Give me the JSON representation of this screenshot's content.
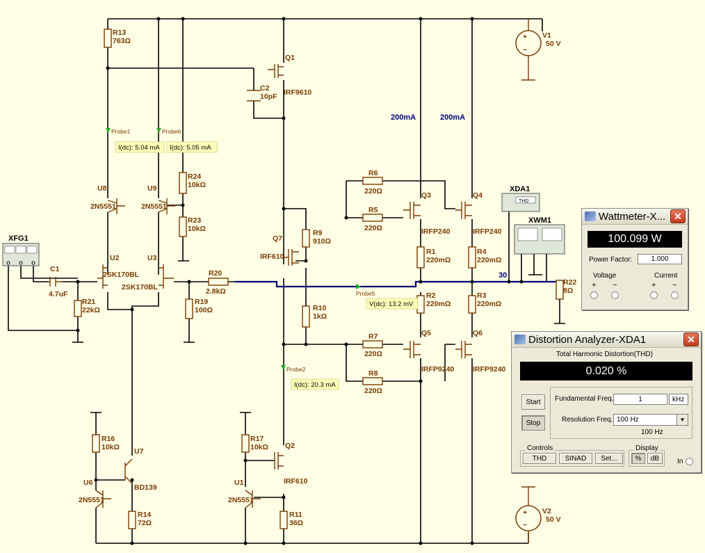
{
  "schematic": {
    "instruments": {
      "xfg": "XFG1",
      "xda": "XDA1",
      "xda_box": "THD",
      "xwm": "XWM1"
    },
    "sources": [
      {
        "name": "V1",
        "value": "50 V"
      },
      {
        "name": "V2",
        "value": "50 V"
      }
    ],
    "components": {
      "r13": [
        "R13",
        "763Ω"
      ],
      "c2": [
        "C2",
        "10pF"
      ],
      "q1": [
        "Q1",
        "IRF9610"
      ],
      "r24": [
        "R24",
        "10kΩ"
      ],
      "r23": [
        "R23",
        "10kΩ"
      ],
      "u8": [
        "U8",
        "2N5551"
      ],
      "u9": [
        "U9",
        "2N5551"
      ],
      "u2": [
        "U2",
        "2SK170BL"
      ],
      "u3": [
        "U3",
        "2SK170BL"
      ],
      "c1": [
        "C1",
        "4.7uF"
      ],
      "r21": [
        "R21",
        "22kΩ"
      ],
      "r20": [
        "R20",
        "2.8kΩ"
      ],
      "r19": [
        "R19",
        "100Ω"
      ],
      "r9": [
        "R9",
        "910Ω"
      ],
      "q7": [
        "Q7",
        "IRF610"
      ],
      "r10": [
        "R10",
        "1kΩ"
      ],
      "r6": [
        "R6",
        "220Ω"
      ],
      "r5": [
        "R5",
        "220Ω"
      ],
      "r7": [
        "R7",
        "220Ω"
      ],
      "r8": [
        "R8",
        "220Ω"
      ],
      "q3": [
        "Q3",
        "IRFP240"
      ],
      "q4": [
        "Q4",
        "IRFP240"
      ],
      "q5": [
        "Q5",
        "IRFP9240"
      ],
      "q6": [
        "Q6",
        "IRFP9240"
      ],
      "r1": [
        "R1",
        "220mΩ"
      ],
      "r2": [
        "R2",
        "220mΩ"
      ],
      "r3": [
        "R3",
        "220mΩ"
      ],
      "r4": [
        "R4",
        "220mΩ"
      ],
      "r22": [
        "R22",
        "8Ω"
      ],
      "r16": [
        "R16",
        "10kΩ"
      ],
      "u7": [
        "U7",
        "BD139"
      ],
      "u6": [
        "U6",
        "2N5551"
      ],
      "r14": [
        "R14",
        "72Ω"
      ],
      "r17": [
        "R17",
        "10kΩ"
      ],
      "q2": [
        "Q2",
        "IRF610"
      ],
      "u1": [
        "U1",
        "2N5551"
      ],
      "r11": [
        "R11",
        "36Ω"
      ]
    },
    "currents": {
      "left": "200mA",
      "right": "200mA"
    },
    "net_label": "30",
    "probes": [
      {
        "name": "Probe1",
        "reading": "I(dc): 5.04 mA"
      },
      {
        "name": "Probe6",
        "reading": "I(dc): 5.05 mA"
      },
      {
        "name": "Probe5",
        "reading": "V(dc): 13.2 mV"
      },
      {
        "name": "Probe2",
        "reading": "I(dc): 20.3 mA"
      }
    ]
  },
  "wattmeter": {
    "title": "Wattmeter-X...",
    "reading": "100.099 W",
    "pf_label": "Power Factor:",
    "pf_value": "1.000",
    "voltage_label": "Voltage",
    "current_label": "Current"
  },
  "distortion": {
    "title": "Distortion Analyzer-XDA1",
    "thd_label": "Total Harmonic Distortion(THD)",
    "thd_value": "0.020 %",
    "start": "Start",
    "stop": "Stop",
    "fund_label": "Fundamental Freq.",
    "fund_value": "1",
    "fund_unit": "kHz",
    "res_label": "Resolution Freq.",
    "res_value": "100 Hz",
    "res_display": "100 Hz",
    "controls_label": "Controls",
    "display_label": "Display",
    "thd_btn": "THD",
    "sinad_btn": "SINAD",
    "set_btn": "Set...",
    "pct_btn": "%",
    "db_btn": "dB",
    "in_label": "In"
  },
  "colors": {
    "background": "#ffffe6",
    "wire": "#000000",
    "bus": "#00007a",
    "component": "#7a3a00",
    "probe": "#22aa22"
  }
}
